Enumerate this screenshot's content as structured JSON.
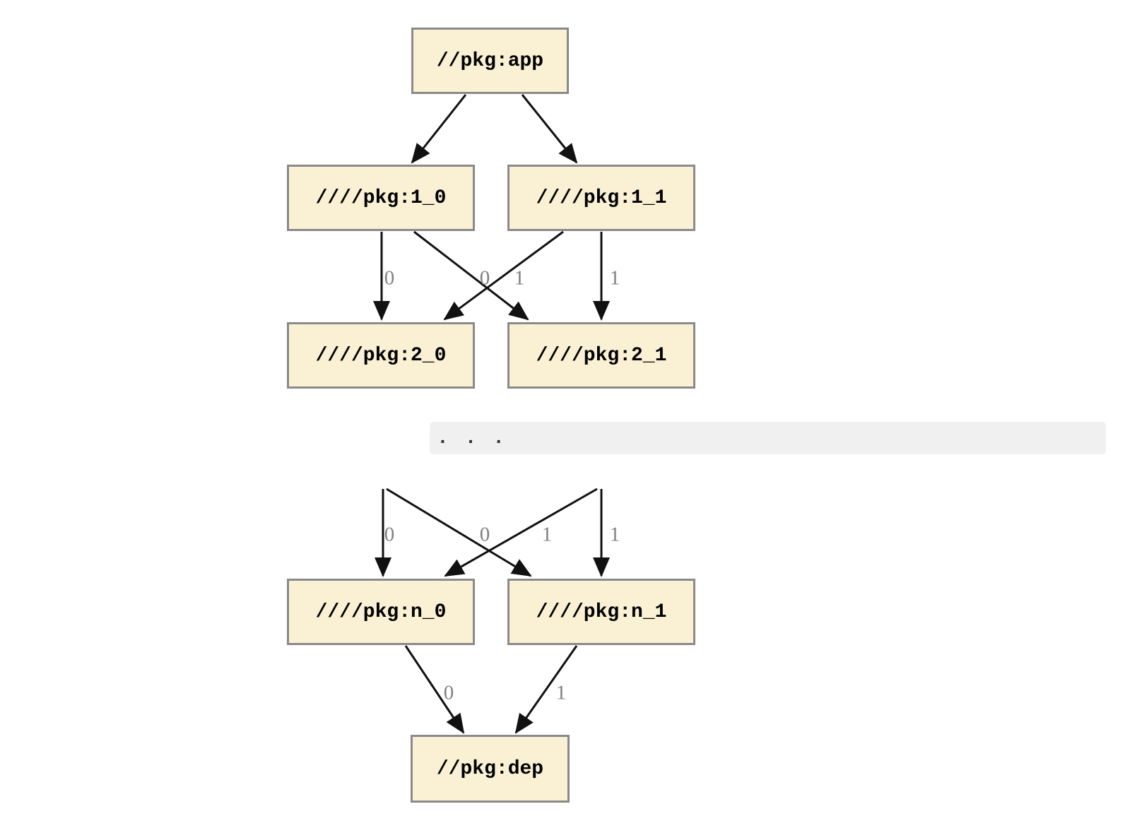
{
  "diagram": {
    "type": "build-dependency-graph",
    "nodes": {
      "app": {
        "label": "//pkg:app"
      },
      "l1_0": {
        "label": "////pkg:1_0"
      },
      "l1_1": {
        "label": "////pkg:1_1"
      },
      "l2_0": {
        "label": "////pkg:2_0"
      },
      "l2_1": {
        "label": "////pkg:2_1"
      },
      "ln_0": {
        "label": "////pkg:n_0"
      },
      "ln_1": {
        "label": "////pkg:n_1"
      },
      "dep": {
        "label": "//pkg:dep"
      }
    },
    "ellipsis_text": ". . .",
    "edges": [
      {
        "from": "//pkg:app",
        "to": "////pkg:1_0",
        "label": ""
      },
      {
        "from": "//pkg:app",
        "to": "////pkg:1_1",
        "label": ""
      },
      {
        "from": "////pkg:1_0",
        "to": "////pkg:2_0",
        "label": "0"
      },
      {
        "from": "////pkg:1_1",
        "to": "////pkg:2_0",
        "label": "0"
      },
      {
        "from": "////pkg:1_0",
        "to": "////pkg:2_1",
        "label": "1"
      },
      {
        "from": "////pkg:1_1",
        "to": "////pkg:2_1",
        "label": "1"
      },
      {
        "from": "...",
        "to": "////pkg:n_0",
        "label": "0"
      },
      {
        "from": "...",
        "to": "////pkg:n_0",
        "label": "0"
      },
      {
        "from": "...",
        "to": "////pkg:n_1",
        "label": "1"
      },
      {
        "from": "...",
        "to": "////pkg:n_1",
        "label": "1"
      },
      {
        "from": "////pkg:n_0",
        "to": "//pkg:dep",
        "label": "0"
      },
      {
        "from": "////pkg:n_1",
        "to": "//pkg:dep",
        "label": "1"
      }
    ],
    "colors": {
      "background": "#FFFFFF",
      "node_fill": "#FAF1D4",
      "node_border": "#8A8A8A",
      "edge_color": "#111111",
      "edge_label_color": "#808080",
      "band_fill": "#F0F0F0",
      "band_text_color": "#333333"
    }
  }
}
